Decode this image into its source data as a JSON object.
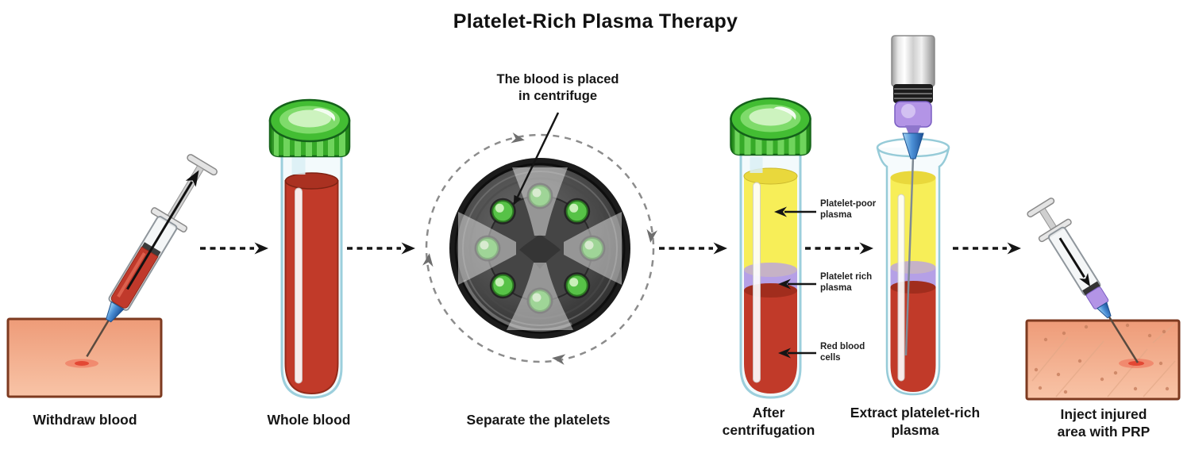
{
  "title": "Platelet-Rich Plasma Therapy",
  "annotation": {
    "lines": [
      "The blood is placed",
      "in centrifuge"
    ]
  },
  "steps": [
    {
      "label": "Withdraw blood"
    },
    {
      "label": "Whole blood"
    },
    {
      "label": "Separate the platelets"
    },
    {
      "label": "After centrifugation"
    },
    {
      "label": "Extract platelet-rich plasma"
    },
    {
      "label": "Inject injured area with PRP"
    }
  ],
  "callouts": [
    {
      "label": "Platelet-poor plasma"
    },
    {
      "label": "Platelet rich plasma"
    },
    {
      "label": "Red blood cells"
    }
  ],
  "colors": {
    "blood_red": "#c13a29",
    "plasma_yellow": "#f7ee58",
    "prp_purple": "#b5a0e6",
    "cap_green": "#43bd33",
    "skin_tone": "#f3a583",
    "arrow_black": "#151515"
  }
}
